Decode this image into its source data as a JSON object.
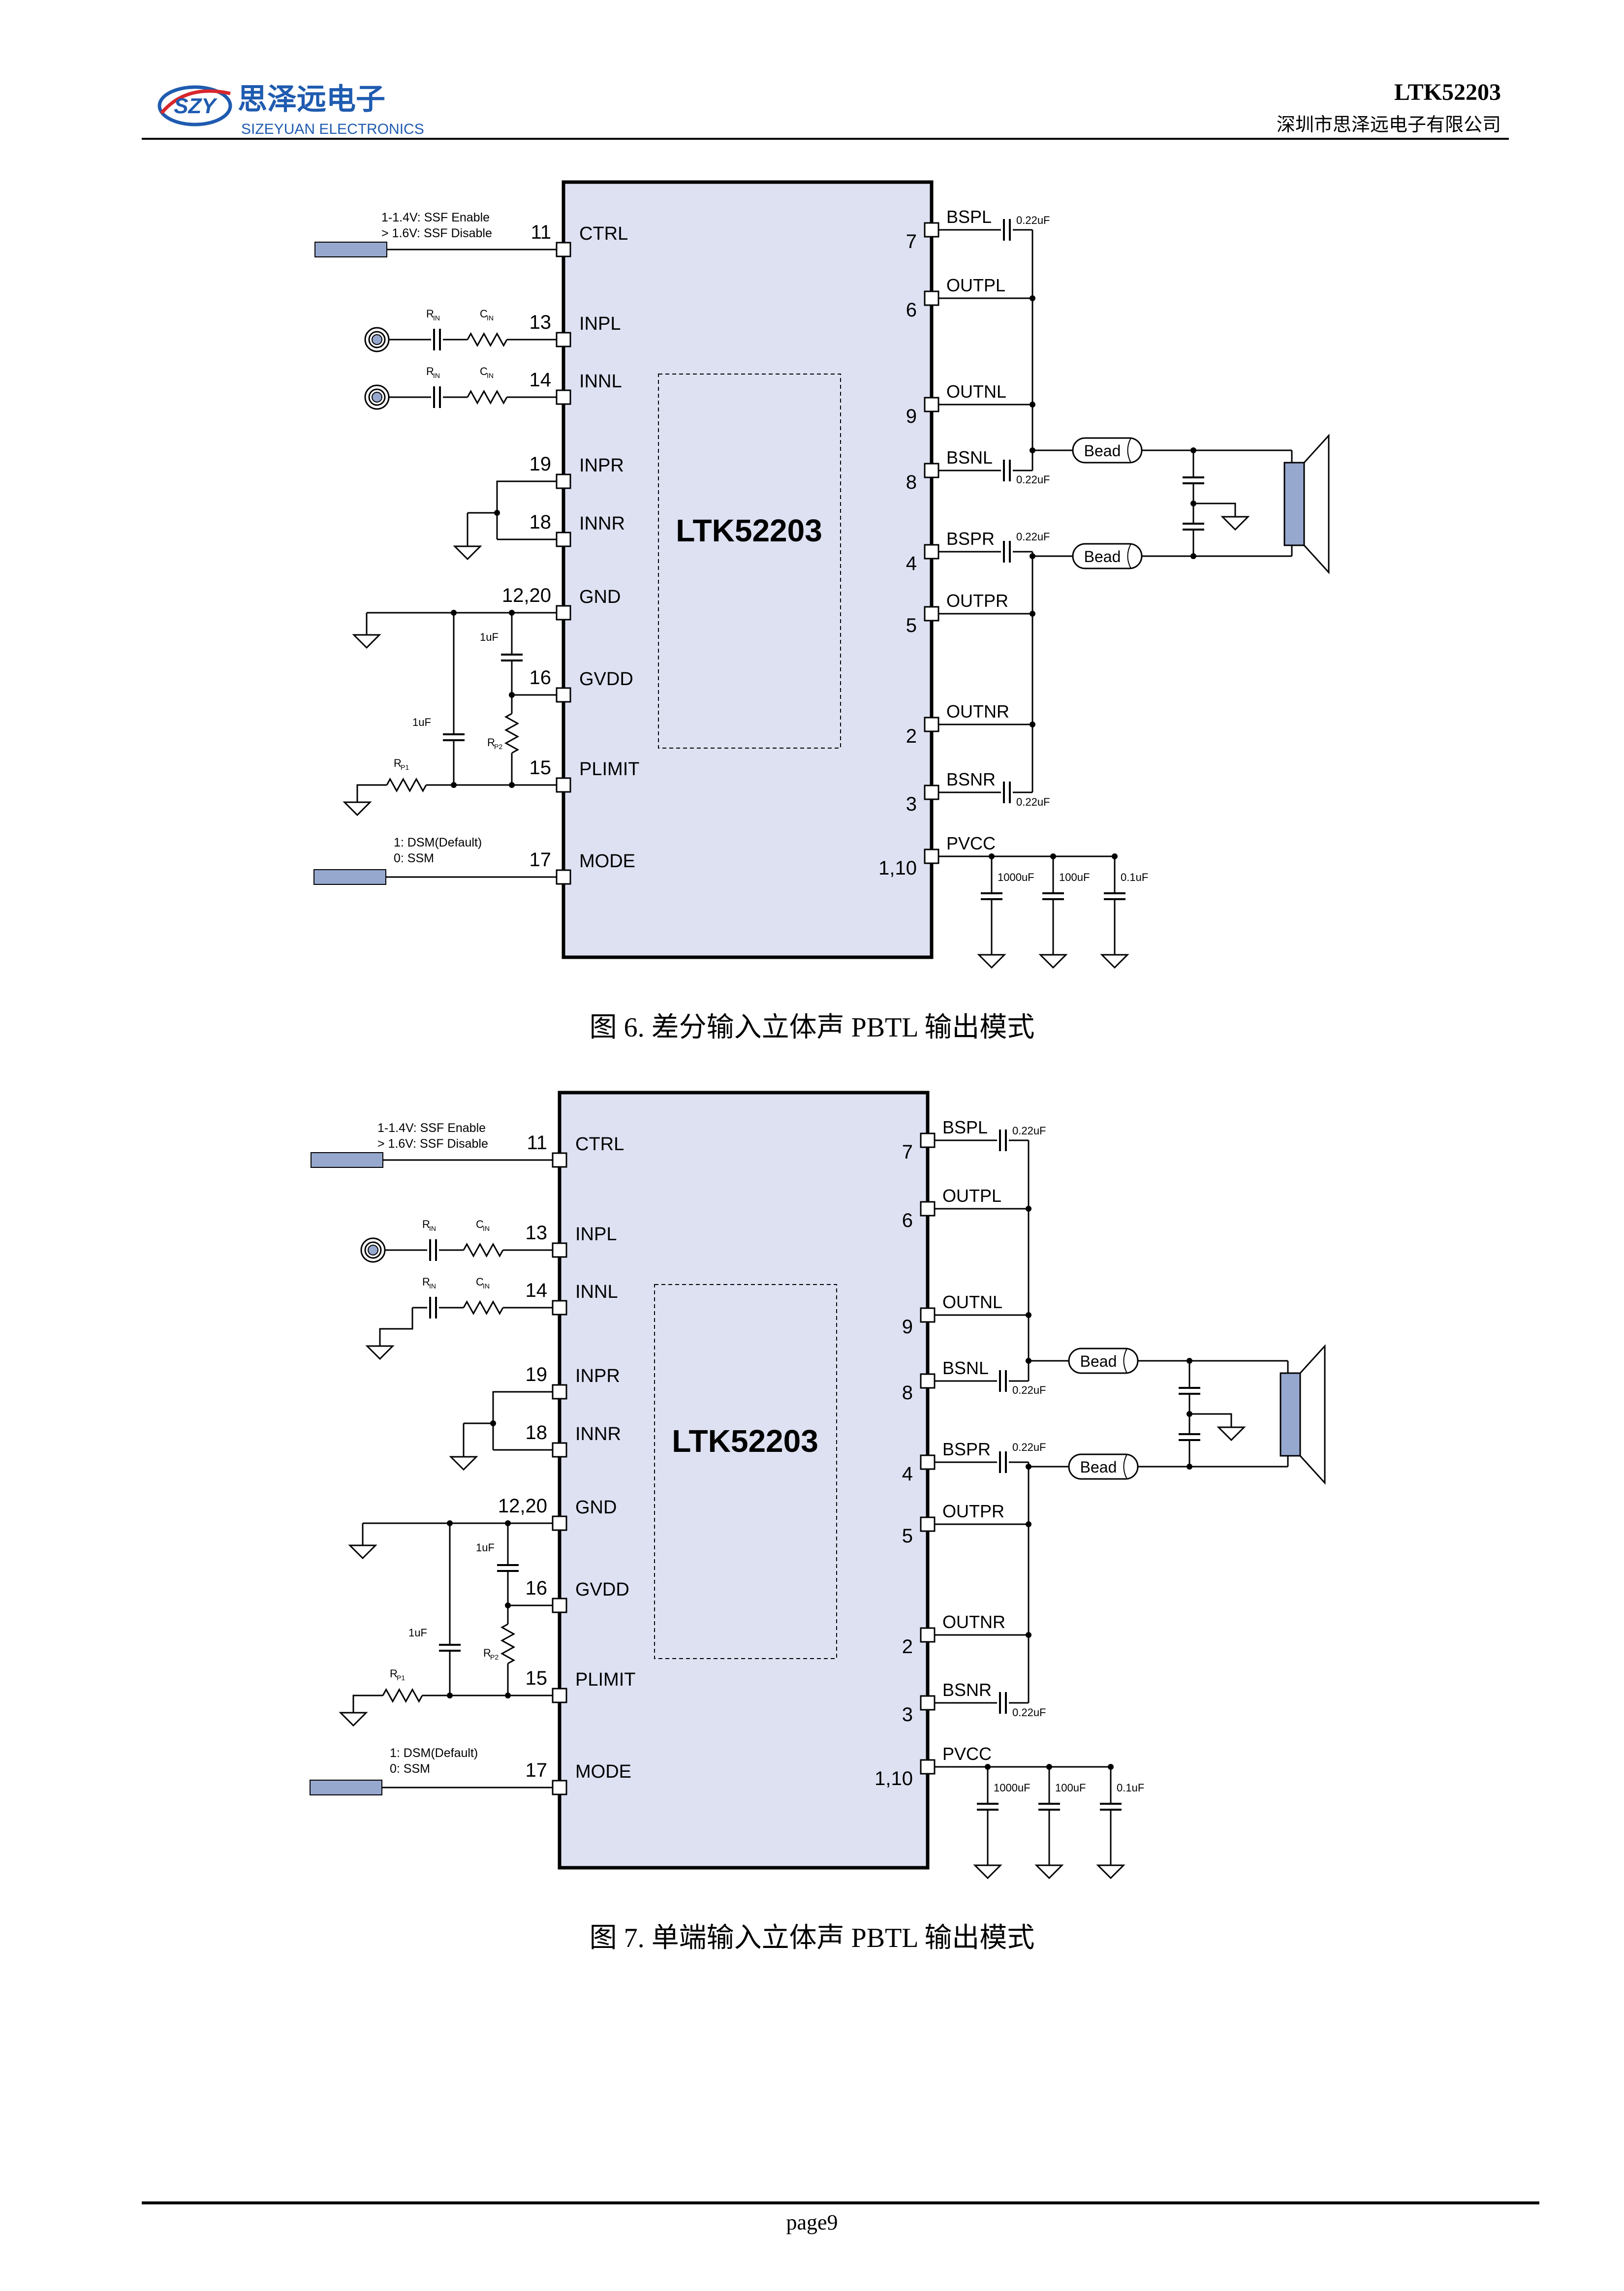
{
  "header": {
    "logo_mark": "SZY",
    "logo_cn": "思泽远电子",
    "logo_en": "SIZEYUAN ELECTRONICS",
    "doc_title": "LTK52203",
    "company_cn": "深圳市思泽远电子有限公司"
  },
  "colors": {
    "chip_fill": "#dde1f2",
    "connector_fill": "#97a8cf",
    "logo_blue": "#1f5bb0",
    "logo_red": "#d8262c"
  },
  "schematic": {
    "chip_name": "LTK52203",
    "left_pins": [
      {
        "num": "11",
        "name": "CTRL"
      },
      {
        "num": "13",
        "name": "INPL"
      },
      {
        "num": "14",
        "name": "INNL"
      },
      {
        "num": "19",
        "name": "INPR"
      },
      {
        "num": "18",
        "name": "INNR"
      },
      {
        "num": "12,20",
        "name": "GND"
      },
      {
        "num": "16",
        "name": "GVDD"
      },
      {
        "num": "15",
        "name": "PLIMIT"
      },
      {
        "num": "17",
        "name": "MODE"
      }
    ],
    "right_pins": [
      {
        "num": "7",
        "name": "BSPL"
      },
      {
        "num": "6",
        "name": "OUTPL"
      },
      {
        "num": "9",
        "name": "OUTNL"
      },
      {
        "num": "8",
        "name": "BSNL"
      },
      {
        "num": "4",
        "name": "BSPR"
      },
      {
        "num": "5",
        "name": "OUTPR"
      },
      {
        "num": "2",
        "name": "OUTNR"
      },
      {
        "num": "3",
        "name": "BSNR"
      },
      {
        "num": "1,10",
        "name": "PVCC"
      }
    ],
    "ctrl_note": [
      "1-1.4V: SSF Enable",
      "> 1.6V: SSF Disable"
    ],
    "mode_note": [
      "1: DSM(Default)",
      "0: SSM"
    ],
    "r_in": "R",
    "r_in_sub": "IN",
    "c_in": "C",
    "c_in_sub": "IN",
    "r_p1": "R",
    "r_p1_sub": "P1",
    "r_p2": "R",
    "r_p2_sub": "P2",
    "cap_1uf": "1uF",
    "cap_022uf": "0.22uF",
    "bead": "Bead",
    "pvcc_caps": [
      "1000uF",
      "100uF",
      "0.1uF"
    ]
  },
  "figures": [
    {
      "caption": "图 6.  差分输入立体声 PBTL 输出模式"
    },
    {
      "caption": "图 7.  单端输入立体声 PBTL 输出模式"
    }
  ],
  "footer": {
    "page": "page9"
  }
}
